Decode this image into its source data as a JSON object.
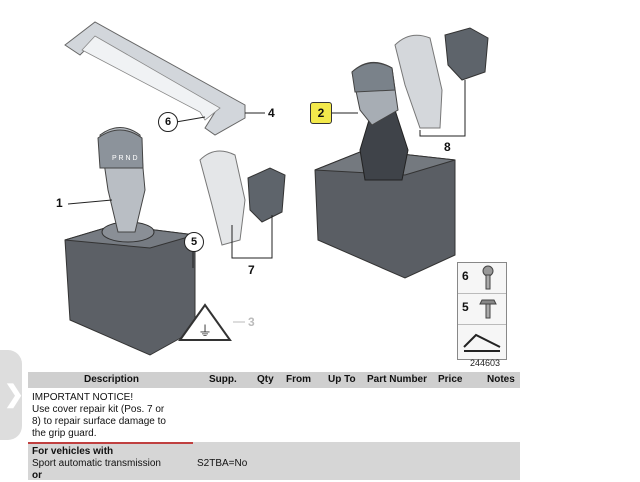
{
  "diagram": {
    "callouts": {
      "c1": "1",
      "c2": "2",
      "c3": "3",
      "c4": "4",
      "c5": "5",
      "c6": "6",
      "c7": "7",
      "c8": "8"
    },
    "legend": {
      "item6": "6",
      "item5": "5"
    },
    "catalog_number": "244603"
  },
  "table": {
    "headers": [
      "Description",
      "Supp.",
      "Qty",
      "From",
      "Up To",
      "Part Number",
      "Price",
      "Notes"
    ],
    "rows": [
      {
        "description_lines": [
          "IMPORTANT NOTICE!",
          "Use cover repair kit (Pos. 7 or",
          "8) to repair surface damage to",
          "the grip guard."
        ],
        "supp": "",
        "qty": "",
        "from": "",
        "up_to": "",
        "part_number": "",
        "price": "",
        "notes": ""
      },
      {
        "description_lines": [
          "For vehicles with",
          "Sport automatic transmission",
          "or"
        ],
        "supp": "S2TBA=No"
      }
    ]
  },
  "icons": {
    "side_nav": "chevron-right-icon"
  }
}
